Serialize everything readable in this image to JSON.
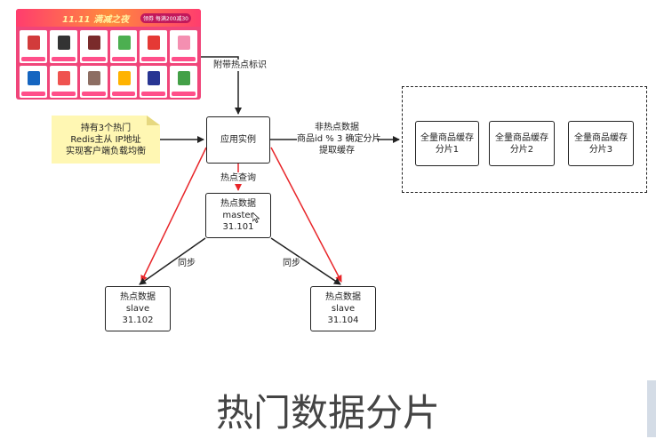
{
  "promo_image": {
    "banner_title": "11.11 满减之夜",
    "coupon_text": "领券 每满200减30"
  },
  "note": {
    "lines": [
      "持有3个热门",
      "Redis主从 IP地址",
      "实现客户端负载均衡"
    ]
  },
  "app_instance": {
    "label": "应用实例"
  },
  "hot_master": {
    "lines": [
      "热点数据",
      "master",
      "31.101"
    ]
  },
  "hot_slave_left": {
    "lines": [
      "热点数据",
      "slave",
      "31.102"
    ]
  },
  "hot_slave_right": {
    "lines": [
      "热点数据",
      "slave",
      "31.104"
    ]
  },
  "shards": [
    {
      "lines": [
        "全量商品缓存",
        "分片1"
      ]
    },
    {
      "lines": [
        "全量商品缓存",
        "分片2"
      ]
    },
    {
      "lines": [
        "全量商品缓存",
        "分片3"
      ]
    }
  ],
  "edge_labels": {
    "hot_flag": "附带热点标识",
    "non_hot": [
      "非热点数据",
      "商品id % 3 确定分片",
      "提取缓存"
    ],
    "hot_query": "热点查询",
    "sync_left": "同步",
    "sync_right": "同步"
  },
  "colors": {
    "arrow_black": "#222222",
    "arrow_red": "#e8262a",
    "note_yellow": "#fff7b3"
  },
  "footer_title": "热门数据分片"
}
